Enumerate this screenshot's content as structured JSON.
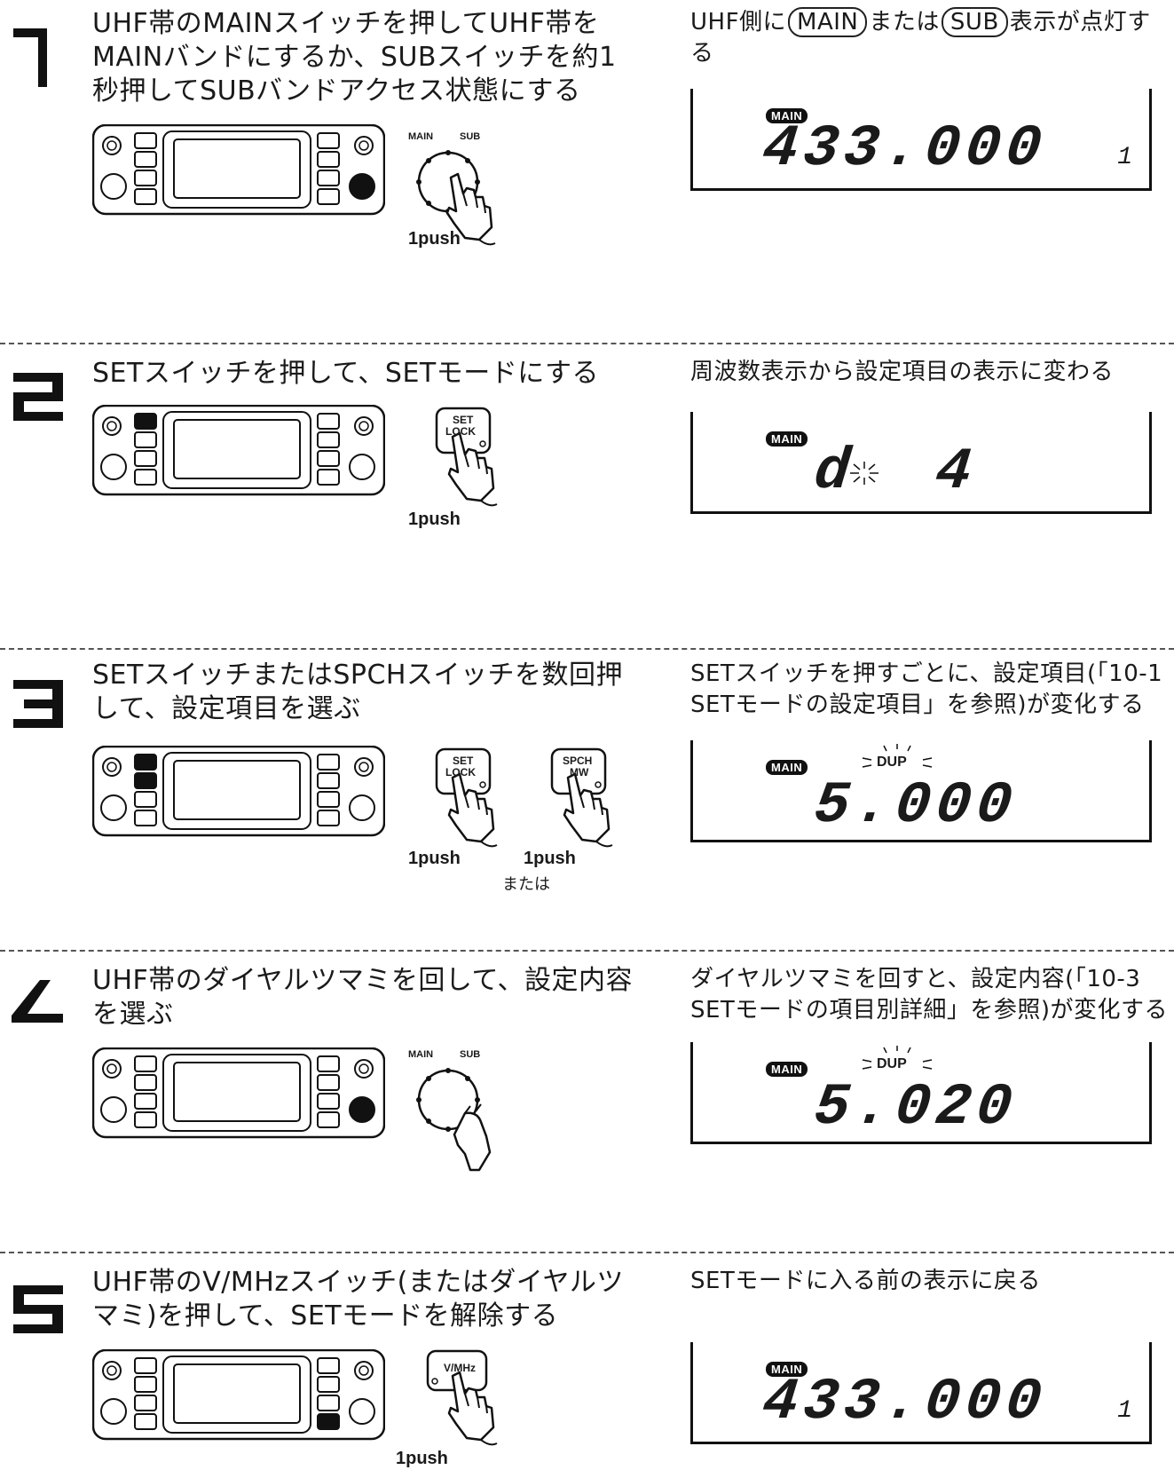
{
  "steps": [
    {
      "number": "1",
      "instruction": "UHF帯のMAINスイッチを押してUHF帯をMAINバンドにするか、SUBスイッチを約1秒押してSUBバンドアクセス状態にする",
      "result_pre": "UHF側に",
      "result_badge1": "MAIN",
      "result_mid": "または",
      "result_badge2": "SUB",
      "result_post": "表示が点灯する",
      "knob_left": "MAIN",
      "knob_right": "SUB",
      "push": "1push",
      "lcd_badge": "MAIN",
      "lcd_freq": "433.000",
      "lcd_channel": "1"
    },
    {
      "number": "2",
      "instruction": "SETスイッチを押して、SETモードにする",
      "result": "周波数表示から設定項目の表示に変わる",
      "key_line1": "SET",
      "key_line2": "LOCK",
      "push": "1push",
      "lcd_badge": "MAIN",
      "lcd_text": "d  4"
    },
    {
      "number": "3",
      "instruction": "SETスイッチまたはSPCHスイッチを数回押して、設定項目を選ぶ",
      "result": "SETスイッチを押すごとに、設定項目(「10-1 SETモードの設定項目」を参照)が変化する",
      "key1_line1": "SET",
      "key1_line2": "LOCK",
      "key2_line1": "SPCH",
      "key2_line2": "MW",
      "push1": "1push",
      "push2": "1push",
      "or": "または",
      "lcd_badge": "MAIN",
      "lcd_label": "DUP",
      "lcd_value": "5.000"
    },
    {
      "number": "4",
      "instruction": "UHF帯のダイヤルツマミを回して、設定内容を選ぶ",
      "result": "ダイヤルツマミを回すと、設定内容(「10-3 SETモードの項目別詳細」を参照)が変化する",
      "knob_left": "MAIN",
      "knob_right": "SUB",
      "lcd_badge": "MAIN",
      "lcd_label": "DUP",
      "lcd_value": "5.020"
    },
    {
      "number": "5",
      "instruction": "UHF帯のV/MHzスイッチ(またはダイヤルツマミ)を押して、SETモードを解除する",
      "result": "SETモードに入る前の表示に戻る",
      "key_line1": "V/MHz",
      "push": "1push",
      "lcd_badge": "MAIN",
      "lcd_freq": "433.000",
      "lcd_channel": "1"
    }
  ]
}
